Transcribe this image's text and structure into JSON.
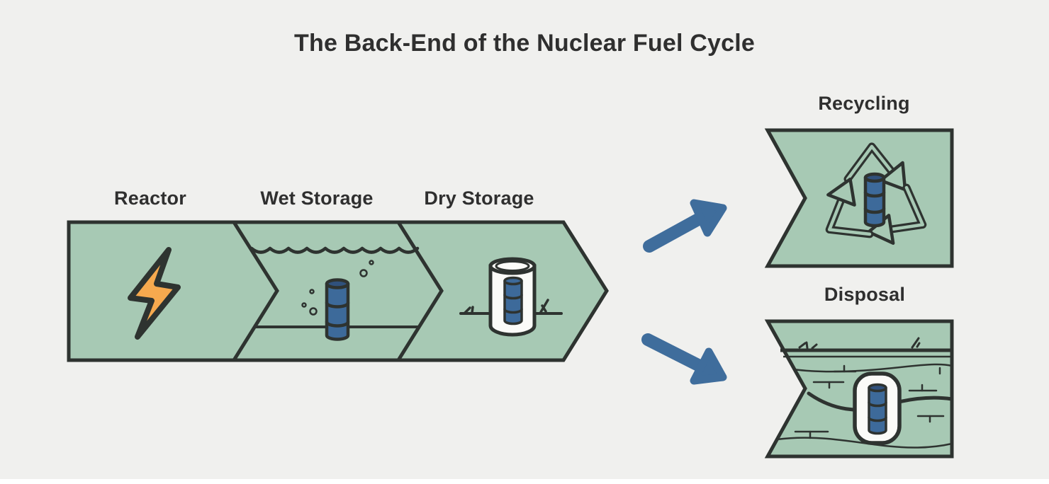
{
  "title": "The Back-End of the Nuclear Fuel Cycle",
  "flow": {
    "stages": [
      {
        "label": "Reactor",
        "icon": "lightning-bolt-icon"
      },
      {
        "label": "Wet Storage",
        "icon": "submerged-fuel-rod-icon"
      },
      {
        "label": "Dry Storage",
        "icon": "dry-cask-icon"
      }
    ]
  },
  "branches": [
    {
      "label": "Recycling",
      "icon": "recycling-arrows-icon"
    },
    {
      "label": "Disposal",
      "icon": "underground-repository-icon"
    }
  ],
  "colors": {
    "background": "#f0f0ee",
    "panel_green": "#a7c9b4",
    "outline_dark": "#2e3330",
    "fuel_blue": "#3d6a9a",
    "arrow_blue": "#3f6d9c",
    "bolt_orange": "#f6a94e",
    "cask_white": "#fbfbf8",
    "text_dark": "#2f2f2f"
  }
}
